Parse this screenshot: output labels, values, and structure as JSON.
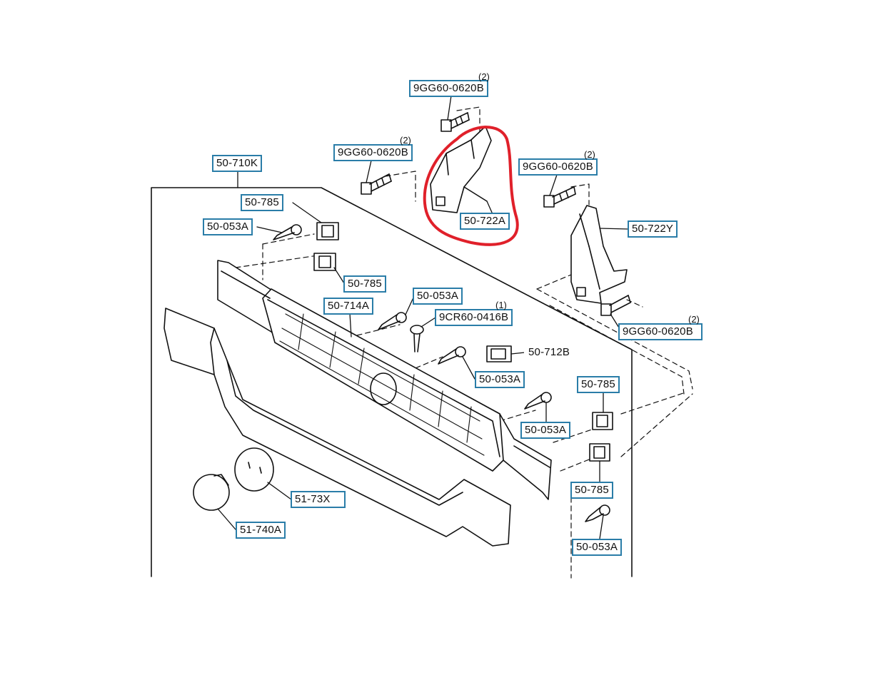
{
  "diagram": {
    "labels": {
      "bolt_top": "9GG60-0620B",
      "bolt_left": "9GG60-0620B",
      "bolt_right": "9GG60-0620B",
      "bolt_far_right": "9GG60-0620B",
      "front_panel": "50-710K",
      "clip_upper_1": "50-785",
      "clip_upper_2": "50-785",
      "clip_lower_1": "50-785",
      "clip_lower_2": "50-785",
      "screw_a1": "50-053A",
      "screw_a2": "50-053A",
      "screw_a3": "50-053A",
      "screw_a4": "50-053A",
      "screw_a5": "50-053A",
      "grille": "50-714A",
      "screw_9cr": "9CR60-0416B",
      "nut_clip": "50-712B",
      "bracket_left": "50-722A",
      "bracket_right": "50-722Y",
      "cap_right": "51-73X",
      "cap_left": "51-740A"
    },
    "quantities": {
      "bolt_top": "(2)",
      "bolt_left": "(2)",
      "bolt_right": "(2)",
      "bolt_far_right": "(2)",
      "screw_9cr": "(1)"
    },
    "colors": {
      "line": "#111111",
      "label_border": "#2a7da8",
      "highlight": "#e0202a"
    }
  }
}
